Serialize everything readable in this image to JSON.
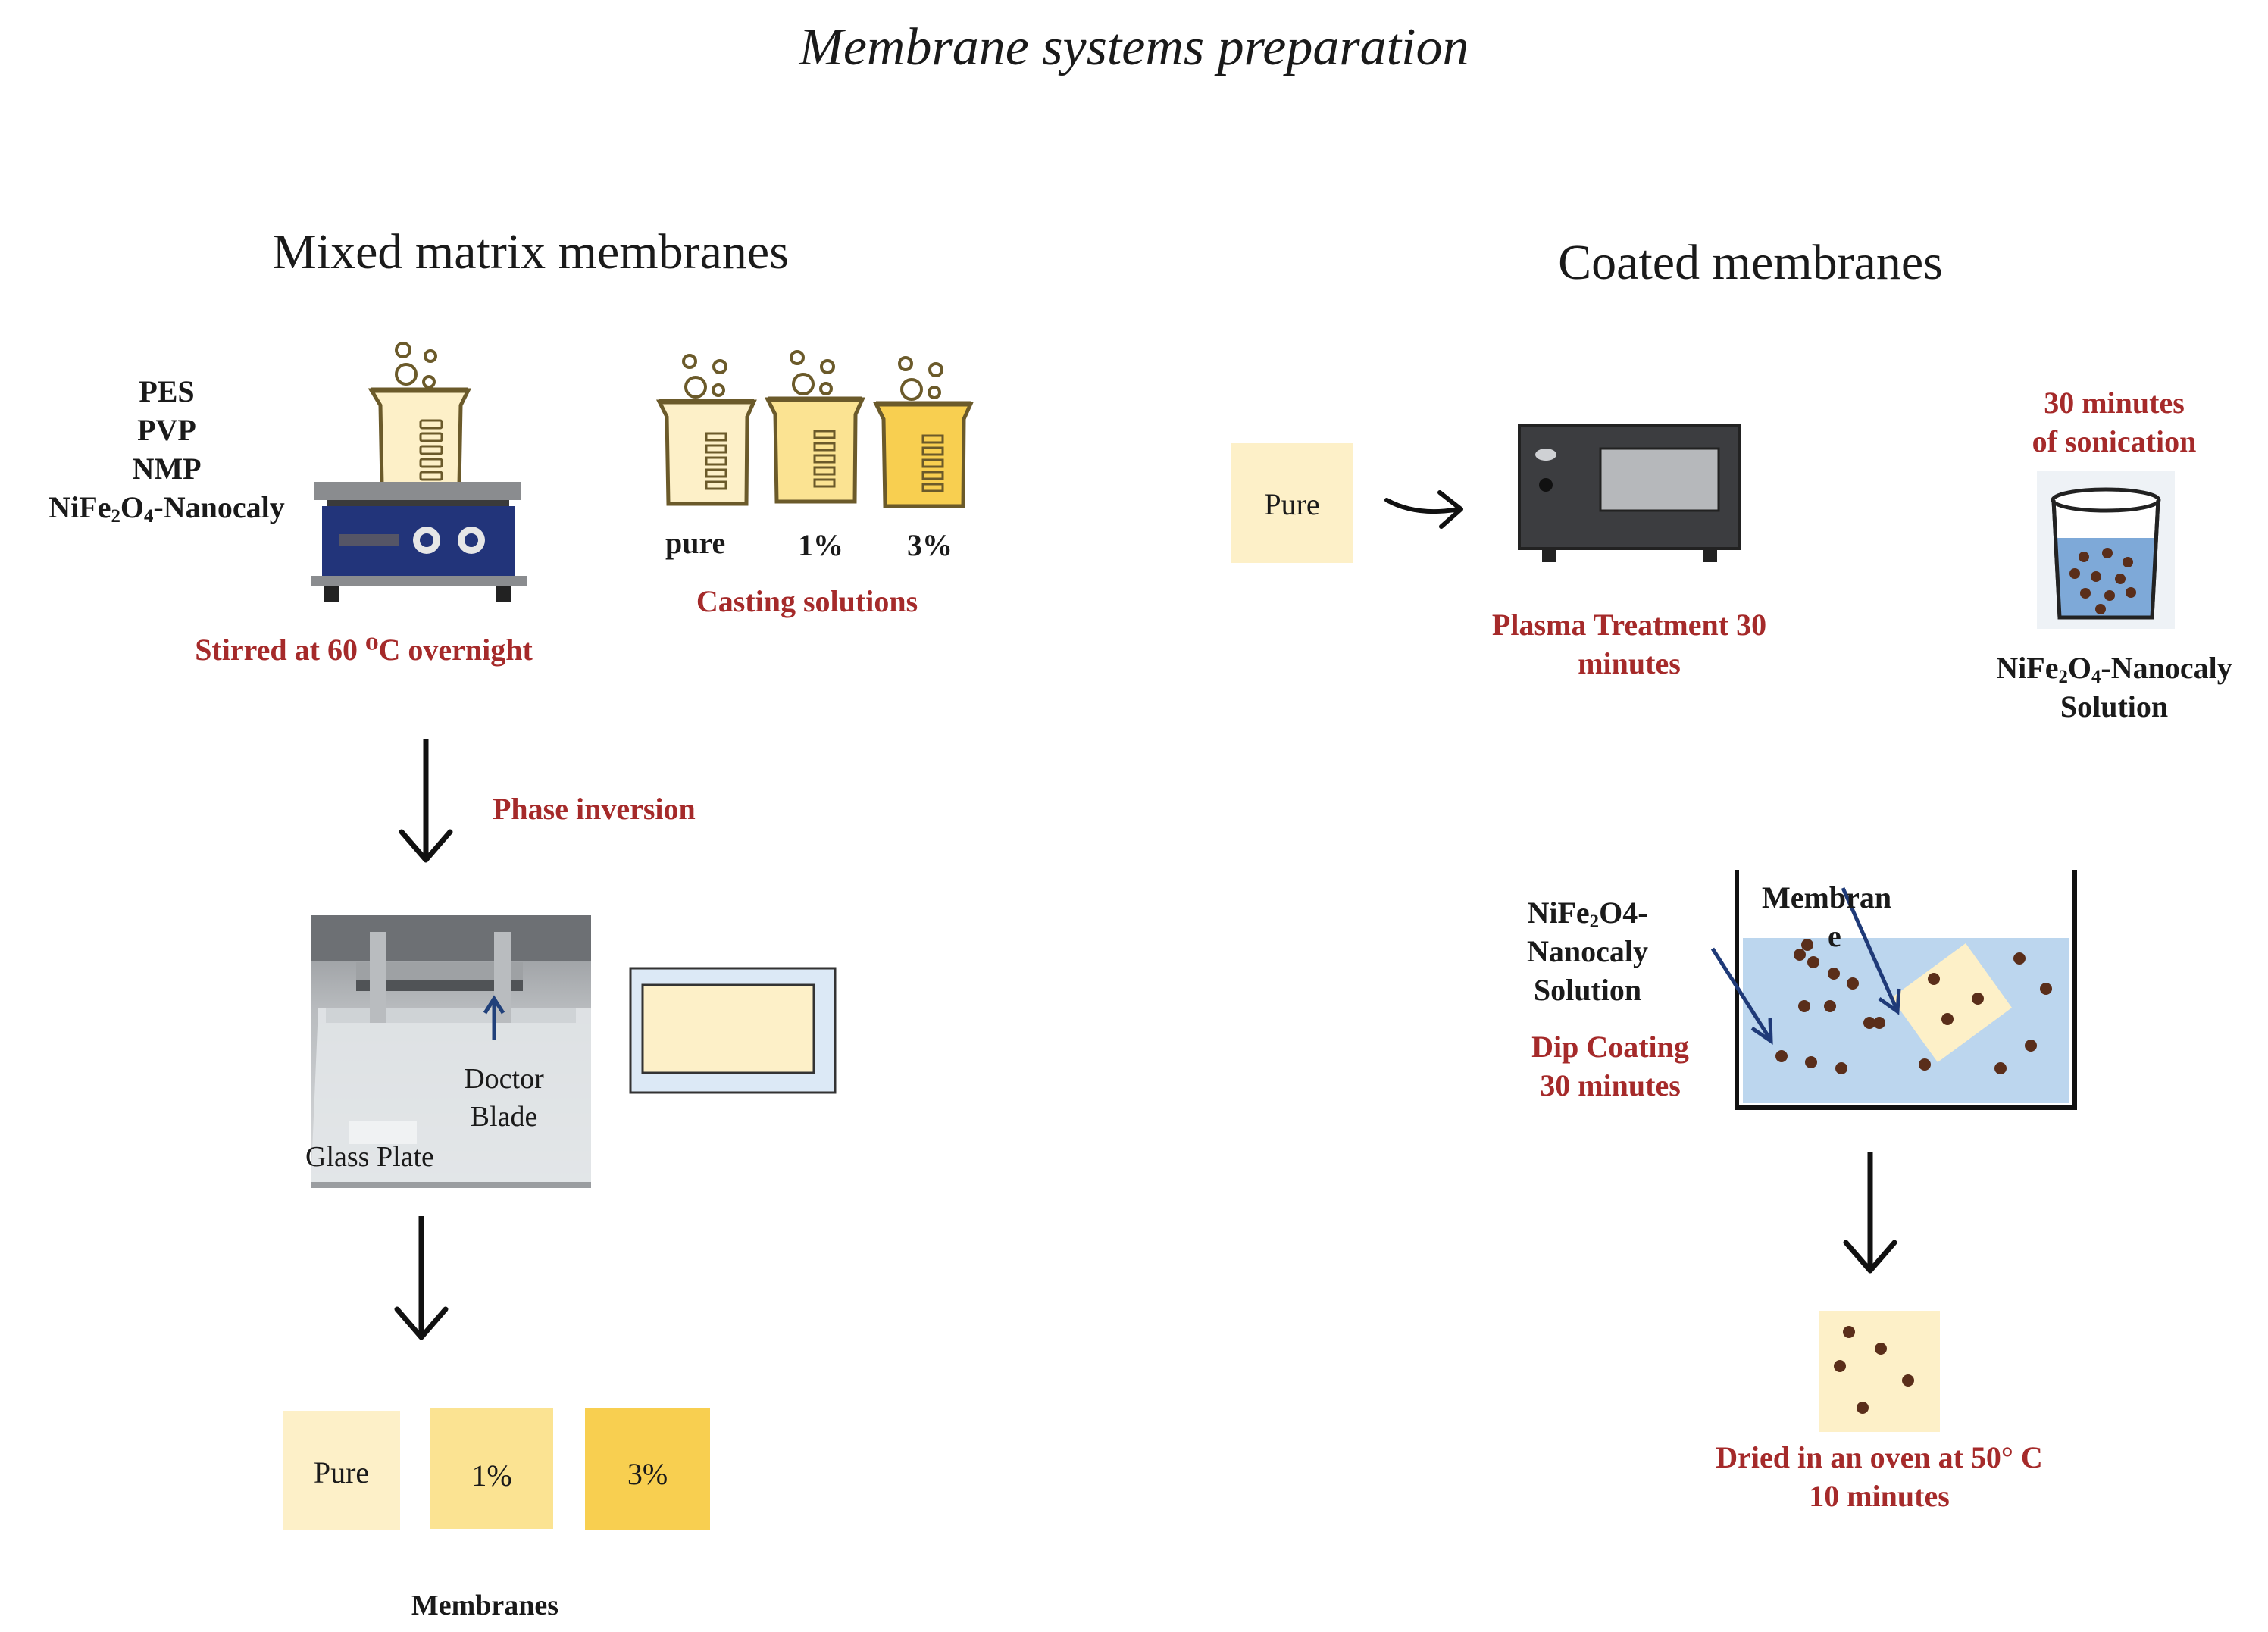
{
  "title": "Membrane systems preparation",
  "mixed_matrix": {
    "heading": "Mixed matrix membranes",
    "ingredients": [
      "PES",
      "PVP",
      "NMP"
    ],
    "nanoclay": {
      "pre": "NiFe",
      "sub1": "2",
      "mid": "O",
      "sub2": "4",
      "post": "-Nanocaly"
    },
    "stir_label": "Stirred  at 60 ⁰C overnight",
    "beaker_labels": [
      "pure",
      "1%",
      "3%"
    ],
    "casting_label": "Casting solutions",
    "phase_inversion": "Phase inversion",
    "photo_labels": {
      "doctor_line1": "Doctor",
      "doctor_line2": "Blade",
      "glass_plate": "Glass Plate"
    },
    "membrane_tiles": [
      "Pure",
      "1%",
      "3%"
    ],
    "membranes_label": "Membranes",
    "colors": {
      "pure": "#fdf0c8",
      "one": "#fbe392",
      "three": "#f8cf50"
    }
  },
  "coated": {
    "heading": "Coated membranes",
    "pure_tile": "Pure",
    "plasma_line1": "Plasma Treatment 30",
    "plasma_line2": "minutes",
    "sonication_line1": "30 minutes",
    "sonication_line2": "of sonication",
    "solution_formula": {
      "pre": "NiFe",
      "sub1": "2",
      "mid": "O",
      "sub2": "4",
      "post": "-Nanocaly"
    },
    "solution_line2": "Solution",
    "dip_solution_formula": {
      "pre": "NiFe",
      "sub1": "2",
      "post": "O4-"
    },
    "dip_solution_line2": "Nanocaly",
    "dip_solution_line3": "Solution",
    "membrane_line1": "Membran",
    "membrane_line2": "e",
    "dip_line1": "Dip Coating",
    "dip_line2": "30 minutes",
    "dried_line1": "Dried in an oven at 50° C",
    "dried_line2": "10 minutes",
    "colors": {
      "solution": "#bcd6ee",
      "particle": "#5a2e1a",
      "label_red": "#a52a2a"
    }
  }
}
